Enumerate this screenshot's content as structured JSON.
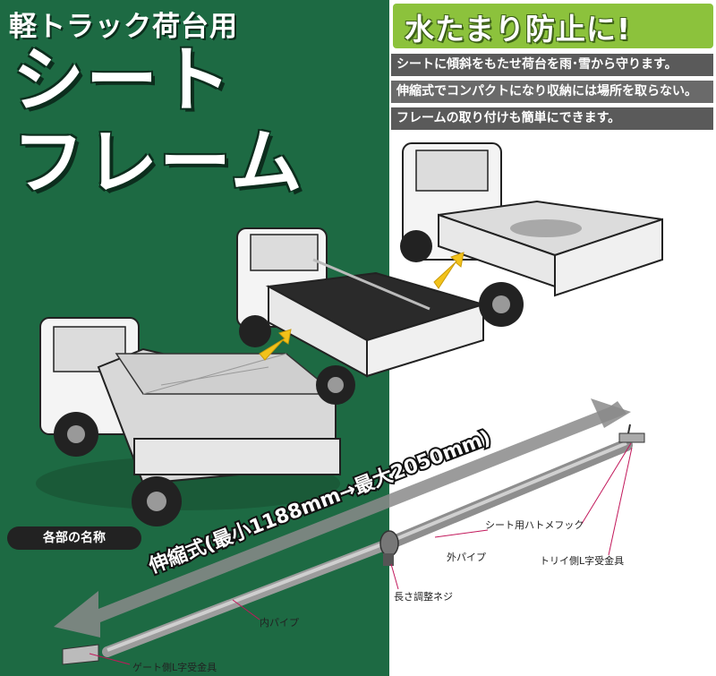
{
  "header": {
    "subtitle": "軽トラック荷台用",
    "title_line1": "シート",
    "title_line2": "フレーム"
  },
  "badge": {
    "text": "水たまり防止に!"
  },
  "features": [
    "シートに傾斜をもたせ荷台を雨･雪から守ります。",
    "伸縮式でコンパクトになり収納には場所を取らない。",
    "フレームの取り付けも簡単にできます。"
  ],
  "dimension_text": "伸縮式(最小1188mm→最大2050mm)",
  "parts": {
    "heading": "各部の名称",
    "labels": {
      "hook": "シート用ハトメフック",
      "outer_pipe": "外パイプ",
      "tori_bracket": "トリイ側L字受金具",
      "screw": "長さ調整ネジ",
      "inner_pipe": "内パイプ",
      "gate_bracket": "ゲート側L字受金具"
    }
  },
  "colors": {
    "green_bg": "#1d6a43",
    "badge_green": "#8cc23c",
    "feature_gray": "#5a5a5a",
    "arrow_yellow": "#f2c21a"
  },
  "icons": [
    "truck-with-sheet",
    "truck-open-bed",
    "truck-covered-bed",
    "arrow-yellow",
    "telescopic-pipe"
  ]
}
